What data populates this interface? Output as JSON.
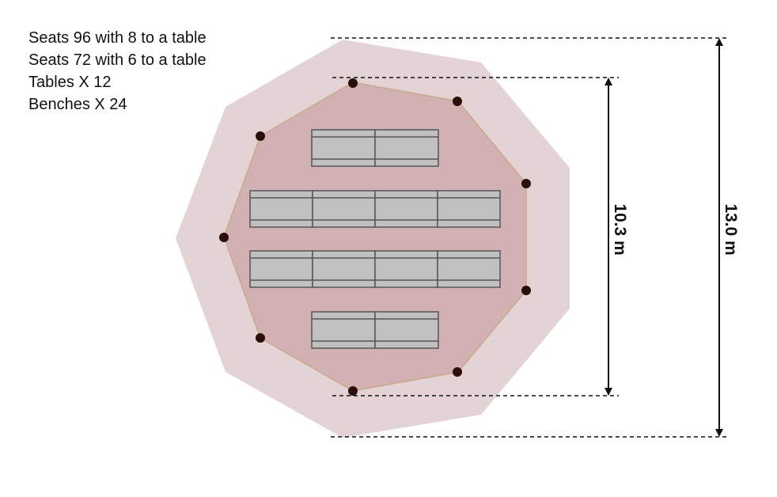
{
  "info": {
    "line1": "Seats 96 with 8 to a table",
    "line2": "Seats 72 with 6 to a table",
    "line3": "Tables X 12",
    "line4": "Benches X 24"
  },
  "dimensions": {
    "inner": "10.3 m",
    "outer": "13.0 m"
  },
  "colors": {
    "outer_area": "#e4d3d4",
    "inner_area": "#d2b1b2",
    "inner_edge": "#c9a98a",
    "table_fill": "#c0c0c0",
    "table_stroke": "#555555",
    "post": "#2b0e08",
    "dim_line": "#111111"
  }
}
